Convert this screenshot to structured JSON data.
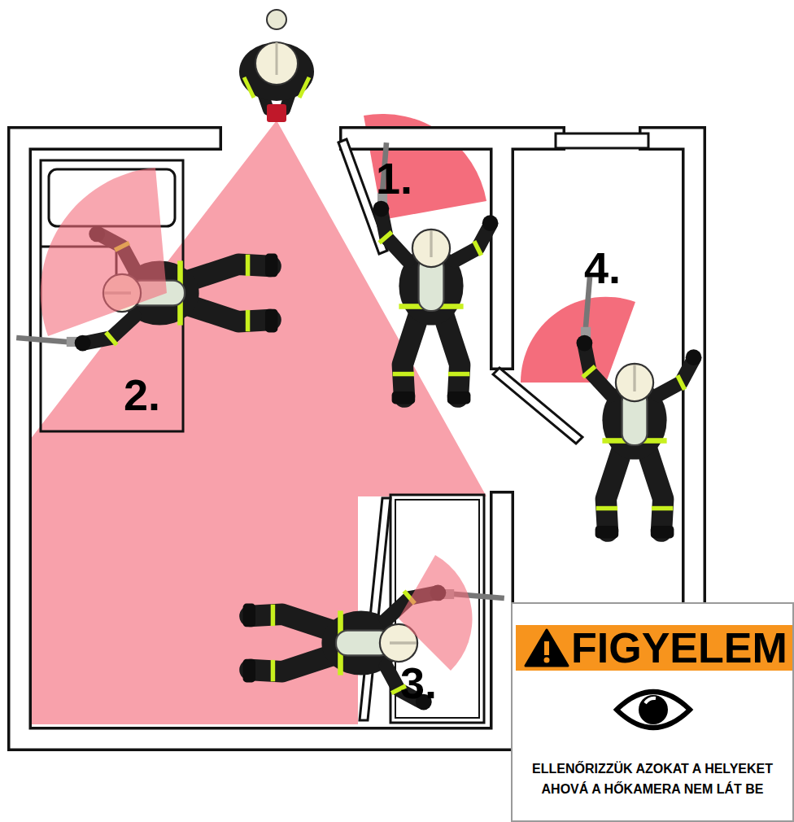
{
  "diagram": {
    "nodes": [
      {
        "text": [
          "FIGYELEM",
          "ELLENŐRIZZÜK AZOKAT A HELYEKET AHOVÁ A HŐKAMERA NEM LÁT BE"
        ]
      }
    ],
    "labels": [
      "1.",
      "2.",
      "3.",
      "4."
    ]
  }
}
